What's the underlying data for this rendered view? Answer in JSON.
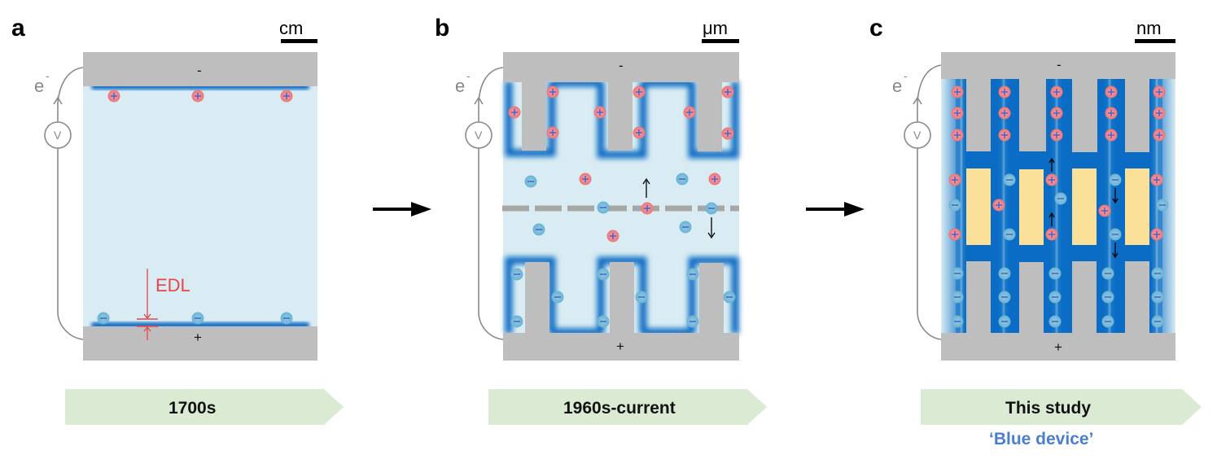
{
  "panels": [
    {
      "id": "a",
      "label": "a",
      "scale": "cm",
      "electron_label": "e",
      "electron_sup": "-",
      "voltmeter": "V",
      "top_electrode_sign": "-",
      "bottom_electrode_sign": "+",
      "annotation": "EDL",
      "era": "1700s"
    },
    {
      "id": "b",
      "label": "b",
      "scale": "μm",
      "electron_label": "e",
      "electron_sup": "-",
      "voltmeter": "V",
      "top_electrode_sign": "-",
      "bottom_electrode_sign": "+",
      "era": "1960s-current"
    },
    {
      "id": "c",
      "label": "c",
      "scale": "nm",
      "electron_label": "e",
      "electron_sup": "-",
      "voltmeter": "V",
      "top_electrode_sign": "-",
      "bottom_electrode_sign": "+",
      "era": "This study",
      "subtitle": "‘Blue device’"
    }
  ],
  "colors": {
    "electrode": "#bebebe",
    "electrolyte": "#d9ecf3",
    "edl_blue": "#0a6cc4",
    "cation": "#f08a8f",
    "anion": "#79bedb",
    "banner": "#dbebd3",
    "pillar": "#fbe09a",
    "edl_annotation": "#e8454a",
    "subtitle": "#4a7fcf"
  }
}
